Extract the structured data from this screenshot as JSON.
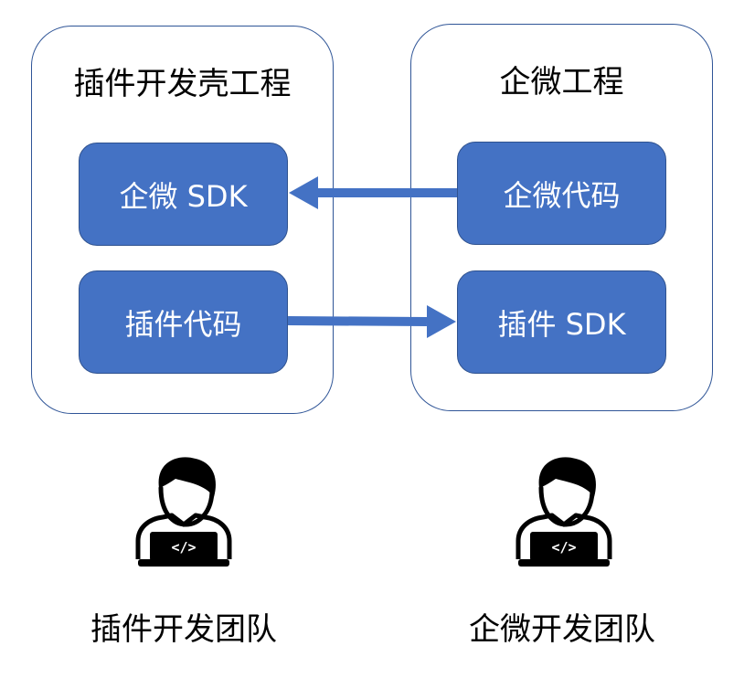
{
  "colors": {
    "module_fill": "#4472c4",
    "module_border": "#2f528f",
    "panel_border": "#2f5597",
    "arrow": "#4472c4",
    "icon": "#000000"
  },
  "left_panel": {
    "title": "插件开发壳工程",
    "modules": [
      "企微 SDK",
      "插件代码"
    ]
  },
  "right_panel": {
    "title": "企微工程",
    "modules": [
      "企微代码",
      "插件 SDK"
    ]
  },
  "teams": [
    {
      "label": "插件开发团队",
      "icon": "developer-icon",
      "screen_symbol": "</>"
    },
    {
      "label": "企微开发团队",
      "icon": "developer-icon",
      "screen_symbol": "</>"
    }
  ],
  "arrows": [
    {
      "from": "企微代码",
      "to": "企微 SDK"
    },
    {
      "from": "插件代码",
      "to": "插件 SDK"
    }
  ]
}
